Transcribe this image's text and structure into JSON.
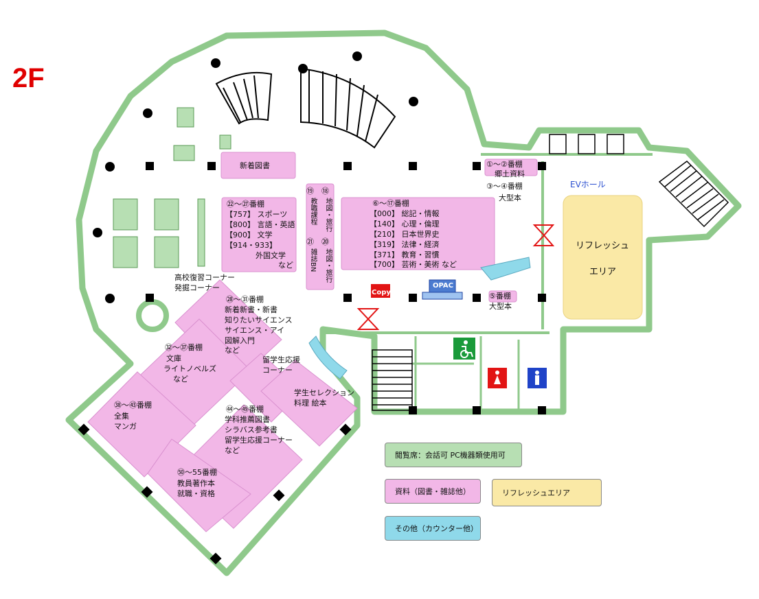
{
  "floor_label": "2F",
  "colors": {
    "wall": "#8fc98b",
    "wall_fill": "#e6f4e4",
    "materials": "#f2b7e7",
    "refresh": "#fae9a6",
    "counter": "#8fd9ea",
    "seating": "#b7dfb3",
    "pillar": "#000000",
    "restroom_female": "#e21414",
    "restroom_male": "#1f43c8",
    "accessible": "#1a9a3a"
  },
  "labels": {
    "new_books": "新着図書",
    "shelf_1_2": "①〜②番棚",
    "local_materials": "郷土資料",
    "shelf_3_4": "③〜④番棚",
    "oversize_1": "大型本",
    "ev_hall": "EVホール",
    "refresh_line1": "リフレッシュ",
    "refresh_line2": "エリア",
    "shelf_22_27": "㉒〜㉗番棚",
    "cat_757": "【757】 スポーツ",
    "cat_800": "【800】 言語・英語",
    "cat_900": "【900】 文学",
    "cat_914": "【914・933】",
    "foreign_lit": "外国文学",
    "etc_1": "など",
    "shelf_19": "⑲",
    "shelf_18": "⑱",
    "teaching_course": "教職課程",
    "map_travel_1": "地図・旅行",
    "shelf_21": "㉑",
    "shelf_20": "⑳",
    "magazines_bn": "雑誌BN",
    "map_travel_2": "地図・旅行",
    "shelf_6_17": "⑥〜⑰番棚",
    "cat_000": "【000】 総記・情報",
    "cat_140": "【140】 心理・倫理",
    "cat_210": "【210】 日本世界史",
    "cat_319": "【319】 法律・経済",
    "cat_371": "【371】 教育・習慣",
    "cat_700": "【700】 芸術・美術 など",
    "copy": "Copy",
    "opac": "OPAC",
    "shelf_5": "⑤番棚",
    "oversize_2": "大型本",
    "highschool_1": "高校復習コーナー",
    "highschool_2": "発掘コーナー",
    "shelf_28_31": "㉘〜㉛番棚",
    "new_paperback": "新着新書・新書",
    "science_1": "知りたいサイエンス",
    "science_2": "サイエンス・アイ",
    "illustrated": "図解入門",
    "etc_2": "など",
    "shelf_32_37": "㉜〜㊲番棚",
    "bunko": "文庫",
    "light_novels": "ライトノベルズ",
    "etc_3": "など",
    "intl_support_1": "留学生応援",
    "intl_support_2": "コーナー",
    "student_selection": "学生セレクション",
    "cooking_picture": "料理 絵本",
    "shelf_38_43": "㊳〜㊸番棚",
    "complete_works": "全集",
    "manga": "マンガ",
    "shelf_44_49": "㊹〜㊾番棚",
    "dept_recommended": "学科推薦図書",
    "syllabus": "シラバス参考書",
    "intl_corner": "留学生応援コーナー",
    "etc_4": "など",
    "shelf_50_55": "㊿〜55番棚",
    "faculty_works": "教員著作本",
    "jobs_quals": "就職・資格"
  },
  "legend": {
    "reading": "閲覧席：会話可 PC機器類使用可",
    "materials": "資料（図書・雑誌他）",
    "refresh": "リフレッシュエリア",
    "other": "その他（カウンター他）"
  }
}
